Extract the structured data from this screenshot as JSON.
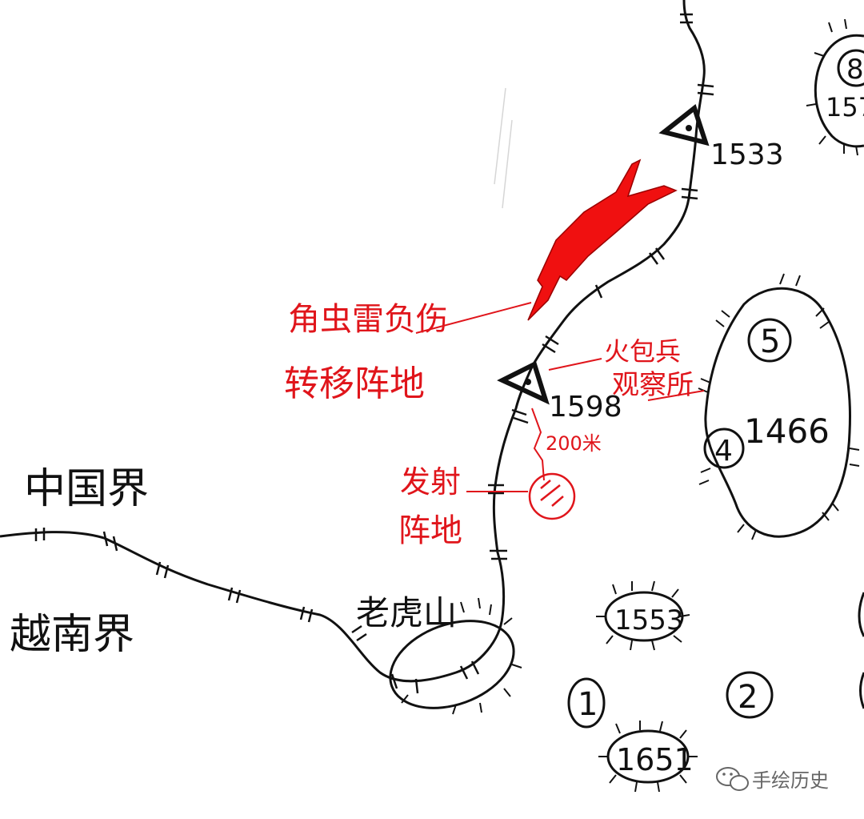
{
  "colors": {
    "ink": "#111111",
    "annotation_red": "#e0151b",
    "arrow_red": "#f01010",
    "paper": "#ffffff"
  },
  "border_labels": {
    "china": "中国界",
    "vietnam": "越南界"
  },
  "places": {
    "laohushan": "老虎山"
  },
  "heights": {
    "h1533": "1533",
    "h1598": "1598",
    "h1466": "1466",
    "h1553": "1553",
    "h1651": "1651",
    "h157": "157",
    "h8": "8"
  },
  "circled_numbers": {
    "n1": "1",
    "n2": "2",
    "n4": "4",
    "n5": "5"
  },
  "annotations": {
    "mine_line1": "角虫雷负伤",
    "mine_line2": "转移阵地",
    "observation_line1": "火包兵",
    "observation_line2": "观察所",
    "distance": "200米",
    "launch_line1": "发射",
    "launch_line2": "阵地"
  },
  "watermark": {
    "icon": "wechat-icon",
    "text": "手绘历史"
  }
}
